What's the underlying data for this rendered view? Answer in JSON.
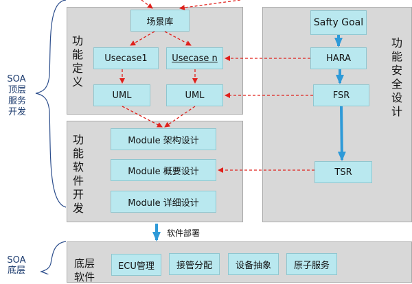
{
  "left_labels": {
    "soa_top": "SOA",
    "top_service_dev": "顶层服务开发",
    "soa_bottom": "SOA",
    "bottom_partial": "底层"
  },
  "panels": {
    "func_def_title": "功能定义",
    "func_sw_title": "功能软件开发",
    "safety_title": "功能安全设计",
    "bottom_title": "底层软件"
  },
  "nodes": {
    "scene_lib": "场景库",
    "usecase1": "Usecase1",
    "usecase_n": "Usecase n",
    "uml1": "UML",
    "uml2": "UML",
    "module_arch": "Module 架构设计",
    "module_overview": "Module 概要设计",
    "module_detail": "Module 详细设计",
    "safety_goal": "Safty Goal",
    "hara": "HARA",
    "fsr": "FSR",
    "tsr": "TSR",
    "ecu_mgmt": "ECU管理",
    "takeover": "接管分配",
    "device_abstract": "设备抽象",
    "atomic_service": "原子服务"
  },
  "deploy_label": "软件部署",
  "colors": {
    "panel_bg": "#d8d8d8",
    "box_bg": "#b9e8ef",
    "dashed_arrow": "#e0201b",
    "blue_arrow": "#2e9ad8",
    "brace": "#2b4d8c"
  }
}
